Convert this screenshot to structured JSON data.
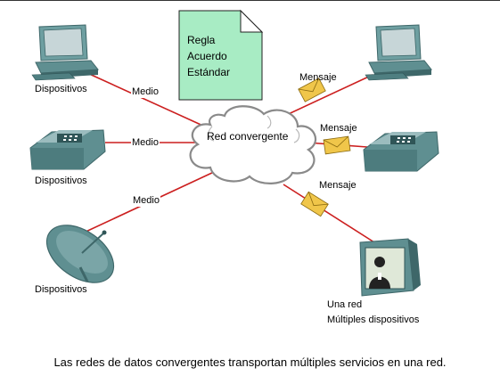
{
  "diagram": {
    "cloud_label": "Red convergente",
    "document_lines": [
      "Regla",
      "Acuerdo",
      "Estándar"
    ],
    "left_nodes": [
      {
        "label": "Dispositivos",
        "link_label": "Medio"
      },
      {
        "label": "Dispositivos",
        "link_label": "Medio"
      },
      {
        "label": "Dispositivos",
        "link_label": "Medio"
      }
    ],
    "right_nodes": [
      {
        "message_label": "Mensaje"
      },
      {
        "message_label": "Mensaje"
      },
      {
        "message_label": "Mensaje",
        "lines": [
          "Una red",
          "Múltiples dispositivos"
        ]
      }
    ],
    "caption": "Las redes de datos convergentes transportan múltiples servicios en una red.",
    "colors": {
      "link": "#cc1f1f",
      "device_body": "#5f8f91",
      "device_dark": "#3e6769",
      "document": "#a8ecc4",
      "envelope": "#f0c64a",
      "cloud": "#ffffff"
    }
  }
}
